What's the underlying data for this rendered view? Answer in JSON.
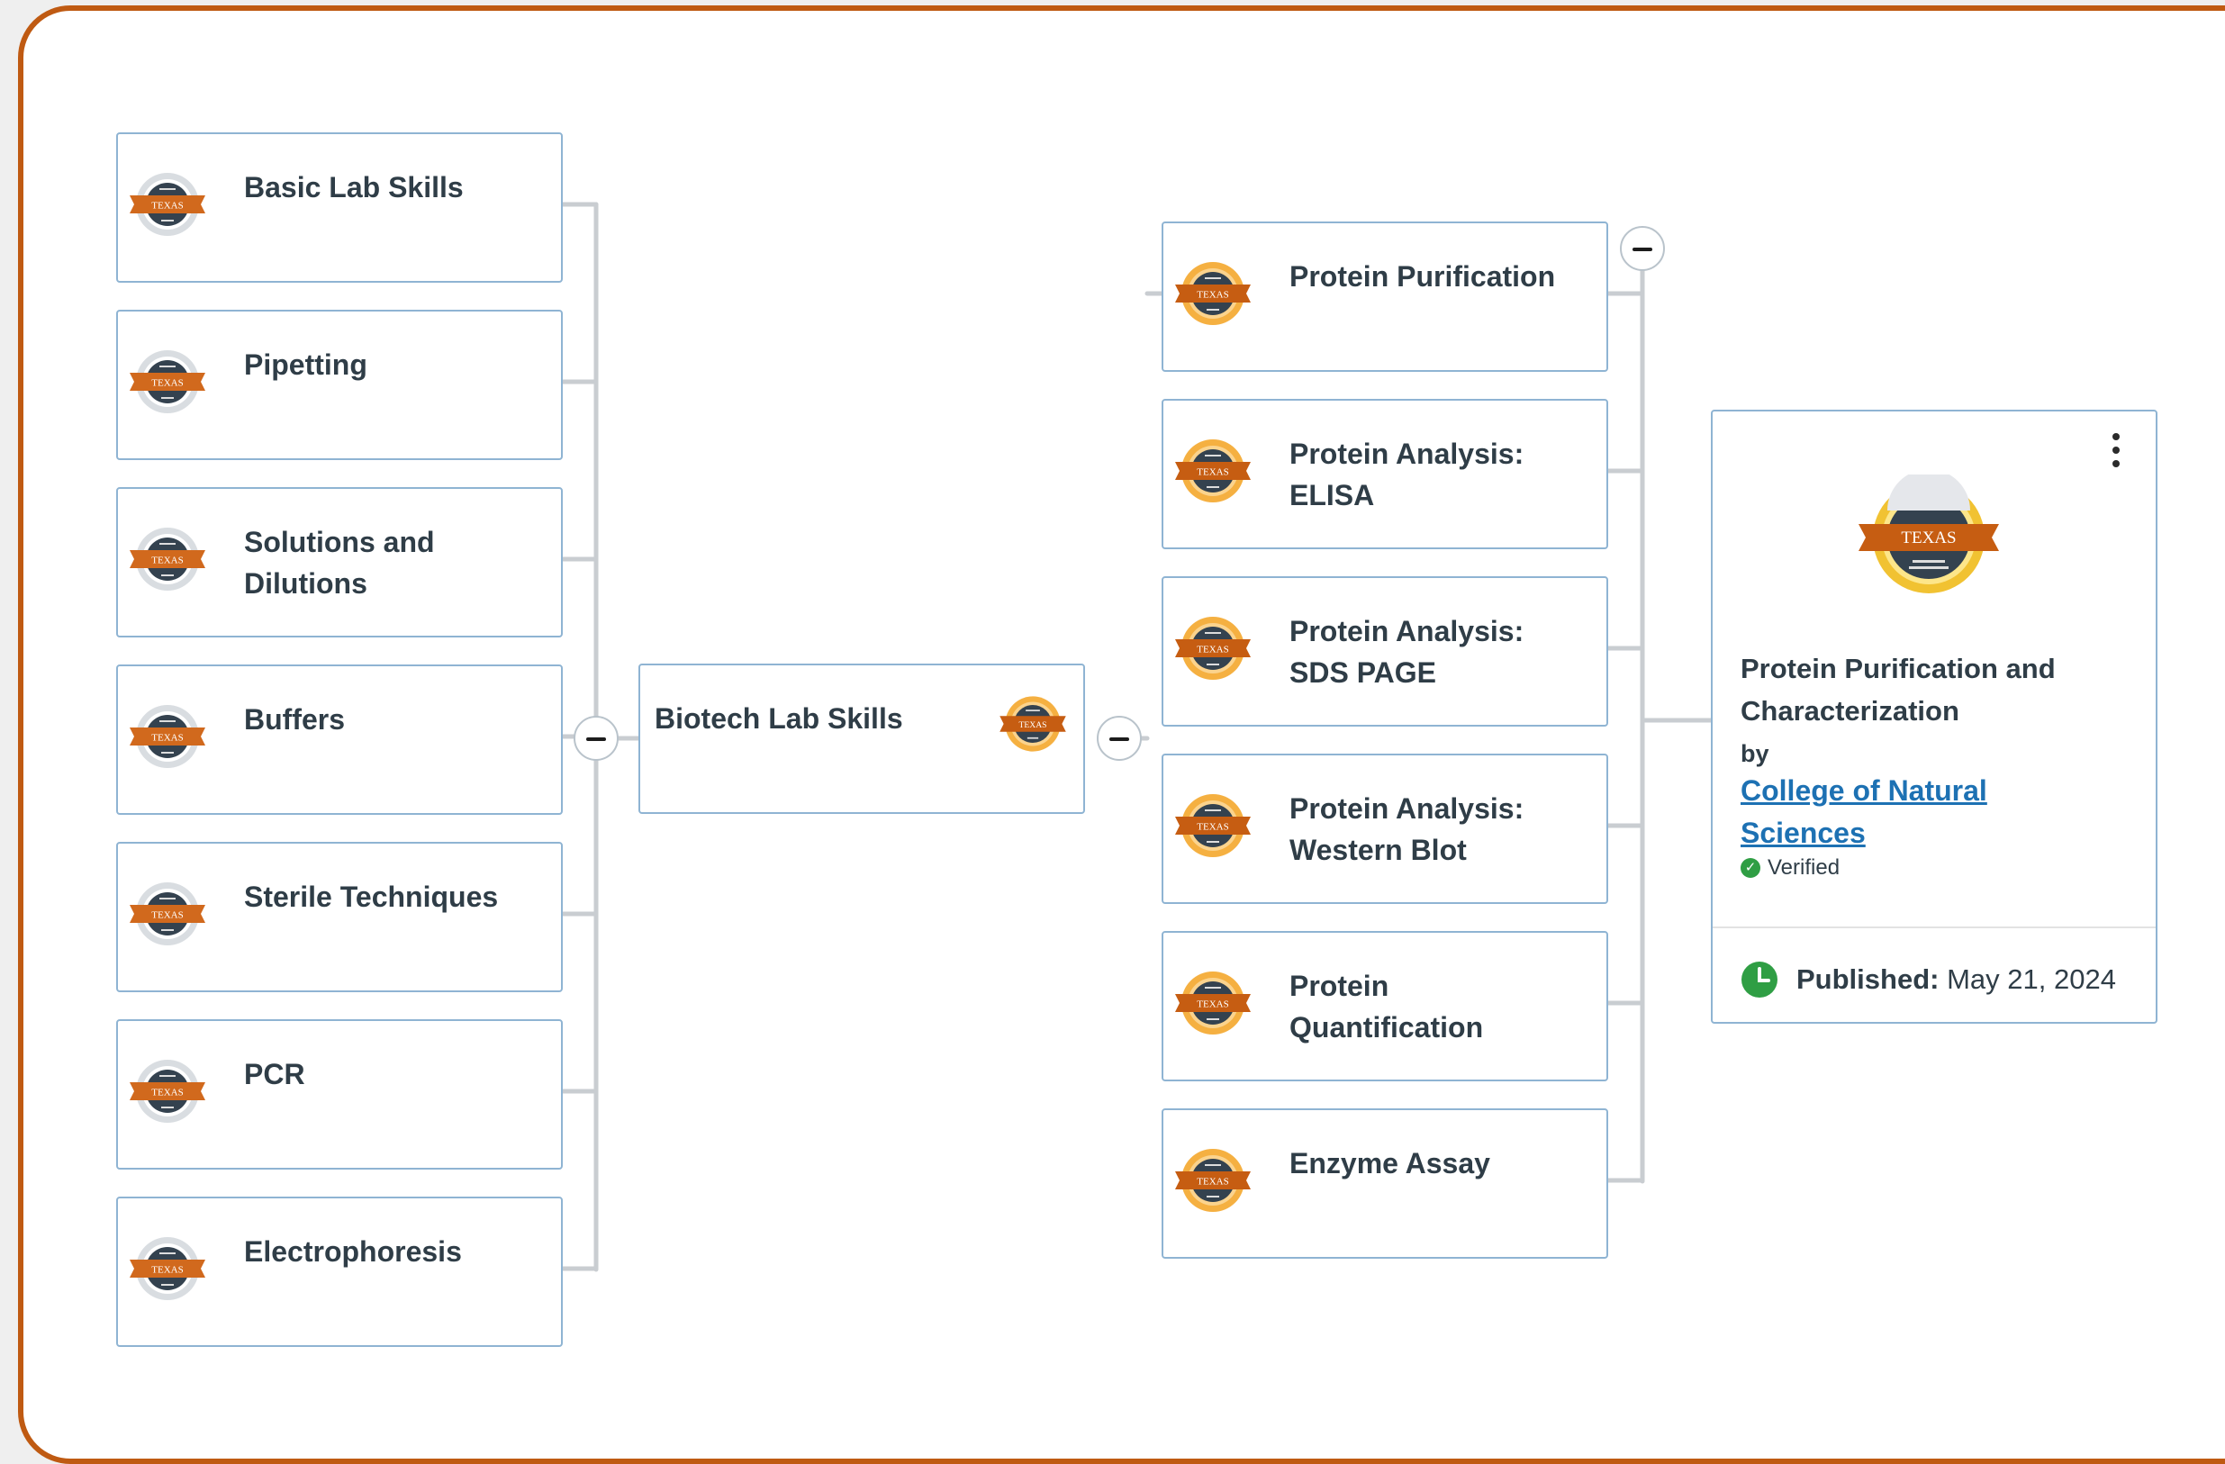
{
  "colors": {
    "frame": "#bf5a12",
    "node_border": "#8fb4d3",
    "connector": "#c9cdd1",
    "link": "#1d71b3",
    "verified": "#2f9e44",
    "badge_orange": "#d1691d",
    "badge_gold": "#f1c232"
  },
  "prerequisites": [
    {
      "label": "Basic Lab Skills",
      "icon": "gray-texas-badge-icon"
    },
    {
      "label": "Pipetting",
      "icon": "gray-texas-badge-icon"
    },
    {
      "label": "Solutions and Dilutions",
      "icon": "gray-texas-badge-icon"
    },
    {
      "label": "Buffers",
      "icon": "gray-texas-badge-icon"
    },
    {
      "label": "Sterile Techniques",
      "icon": "gray-texas-badge-icon"
    },
    {
      "label": "PCR",
      "icon": "gray-texas-badge-icon"
    },
    {
      "label": "Electrophoresis",
      "icon": "gray-texas-badge-icon"
    }
  ],
  "center": {
    "label": "Biotech Lab Skills",
    "icon": "orange-texas-badge-icon"
  },
  "branches": [
    {
      "label": "Protein Purification",
      "icon": "orange-texas-badge-icon"
    },
    {
      "label": "Protein Analysis: ELISA",
      "icon": "orange-texas-badge-icon"
    },
    {
      "label": "Protein Analysis: SDS PAGE",
      "icon": "orange-texas-badge-icon"
    },
    {
      "label": "Protein Analysis: Western Blot",
      "icon": "orange-texas-badge-icon"
    },
    {
      "label": "Protein Quantification",
      "icon": "orange-texas-badge-icon"
    },
    {
      "label": "Enzyme Assay",
      "icon": "orange-texas-badge-icon"
    }
  ],
  "detail": {
    "title": "Protein Purification and Characterization",
    "by": "by",
    "issuer": "College of Natural Sciences",
    "verified": "Verified",
    "published_label": "Published",
    "published_date": "May 21, 2024",
    "icon": "gold-texas-badge-icon"
  },
  "badge_text": "TEXAS"
}
